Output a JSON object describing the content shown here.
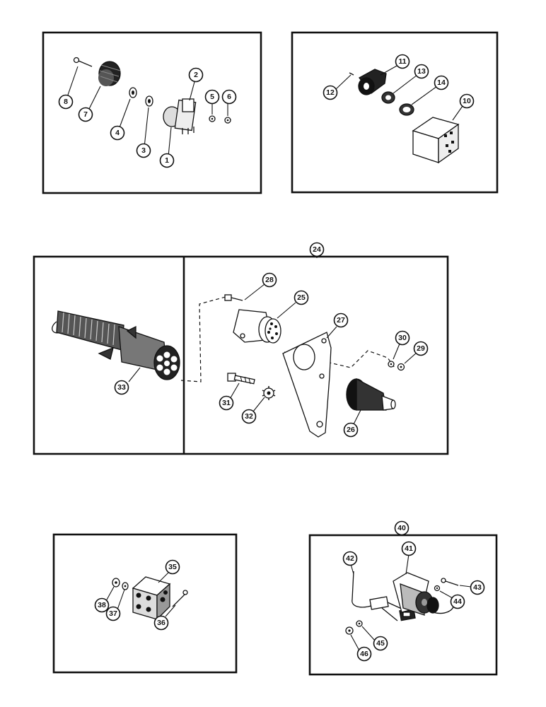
{
  "callouts": {
    "c1": "1",
    "c2": "2",
    "c3": "3",
    "c4": "4",
    "c5": "5",
    "c6": "6",
    "c7": "7",
    "c8": "8",
    "c10": "10",
    "c11": "11",
    "c12": "12",
    "c13": "13",
    "c14": "14",
    "c24": "24",
    "c25": "25",
    "c26": "26",
    "c27": "27",
    "c28": "28",
    "c29": "29",
    "c30": "30",
    "c31": "31",
    "c32": "32",
    "c33": "33",
    "c35": "35",
    "c36": "36",
    "c37": "37",
    "c38": "38",
    "c40": "40",
    "c41": "41",
    "c42": "42",
    "c43": "43",
    "c44": "44",
    "c45": "45",
    "c46": "46"
  }
}
